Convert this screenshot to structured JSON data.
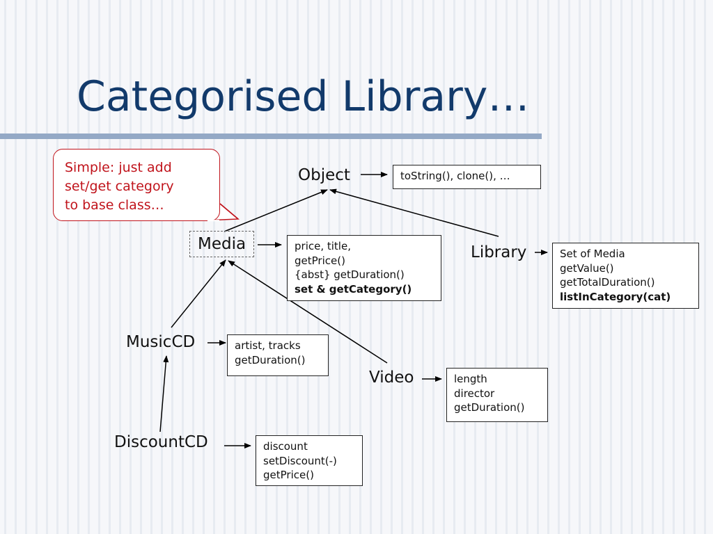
{
  "slide": {
    "title": "Categorised Library…"
  },
  "callout": {
    "lines": [
      "Simple: just add",
      "set/get category",
      "to base class…"
    ],
    "color": "#c0131b"
  },
  "nodes": {
    "object": "Object",
    "media": "Media",
    "library": "Library",
    "musiccd": "MusicCD",
    "video": "Video",
    "discountcd": "DiscountCD"
  },
  "boxes": {
    "object": {
      "lines": [
        "toString(), clone(), …"
      ],
      "bold": []
    },
    "media": {
      "lines": [
        "price, title,",
        "getPrice()",
        "{abst} getDuration()",
        "set & getCategory()"
      ],
      "bold": [
        3
      ]
    },
    "library": {
      "lines": [
        "Set of Media",
        "getValue()",
        "getTotalDuration()",
        "listInCategory(cat)"
      ],
      "bold": [
        3
      ]
    },
    "musiccd": {
      "lines": [
        "artist, tracks",
        "getDuration()"
      ],
      "bold": []
    },
    "video": {
      "lines": [
        "length",
        "director",
        "getDuration()"
      ],
      "bold": []
    },
    "discountcd": {
      "lines": [
        "discount",
        "setDiscount(-)",
        "getPrice()"
      ],
      "bold": []
    }
  },
  "colors": {
    "title": "#123a6b",
    "title_rule": "#94a9c6",
    "arrow": "#000000"
  }
}
